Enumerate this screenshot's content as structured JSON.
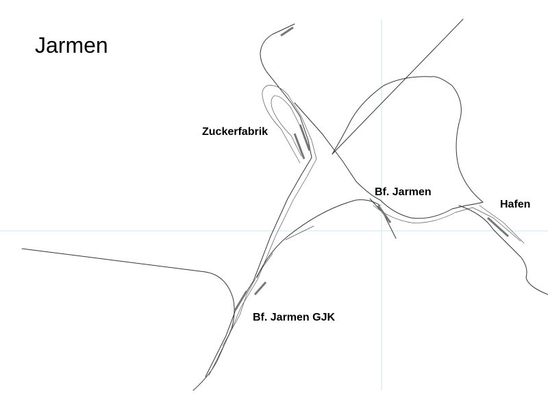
{
  "map": {
    "title": "Jarmen",
    "labels": {
      "zuckerfabrik": "Zuckerfabrik",
      "bf_jarmen": "Bf. Jarmen",
      "hafen": "Hafen",
      "bf_jarmen_gjk": "Bf. Jarmen GJK"
    },
    "colors": {
      "background": "#ffffff",
      "track": "#333333",
      "platform": "#777777",
      "guide": "#cfe3f0"
    }
  }
}
